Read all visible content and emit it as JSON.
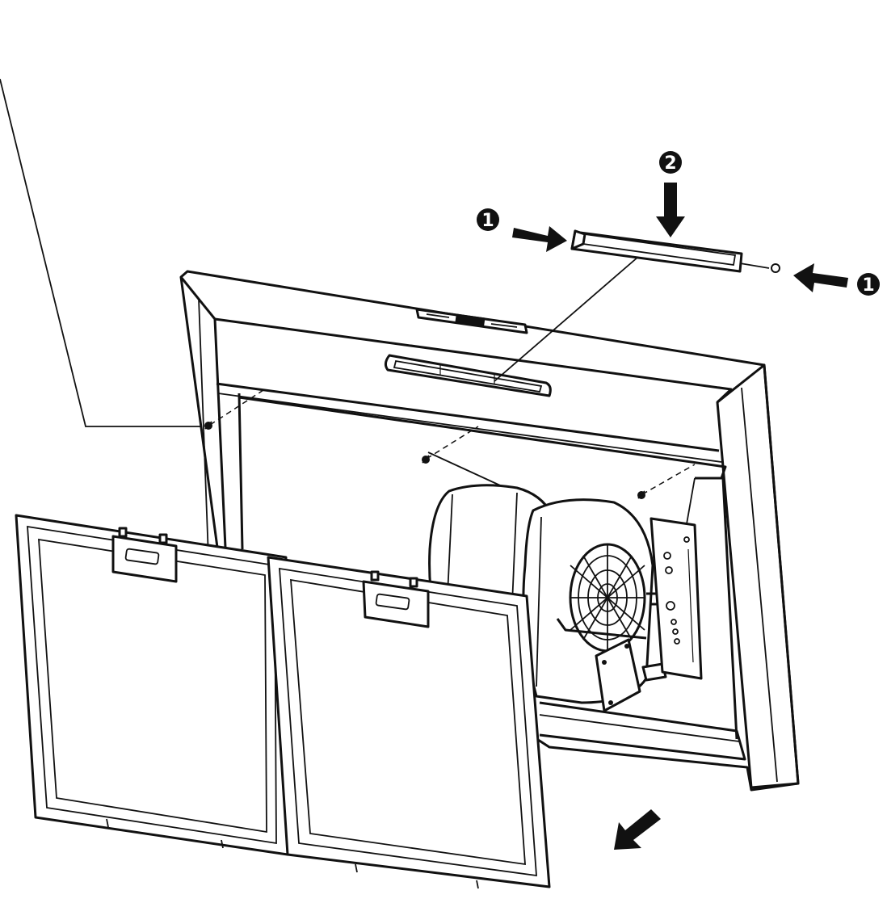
{
  "callouts": [
    {
      "id": "step-1-left",
      "number": "1"
    },
    {
      "id": "step-2-top",
      "number": "2"
    },
    {
      "id": "step-1-right",
      "number": "1"
    }
  ],
  "colors": {
    "line": "#111111",
    "background": "#ffffff"
  },
  "icons": [
    "arrow-right-icon",
    "arrow-down-icon",
    "arrow-left-icon",
    "arrow-down-left-icon",
    "screw-icon"
  ]
}
